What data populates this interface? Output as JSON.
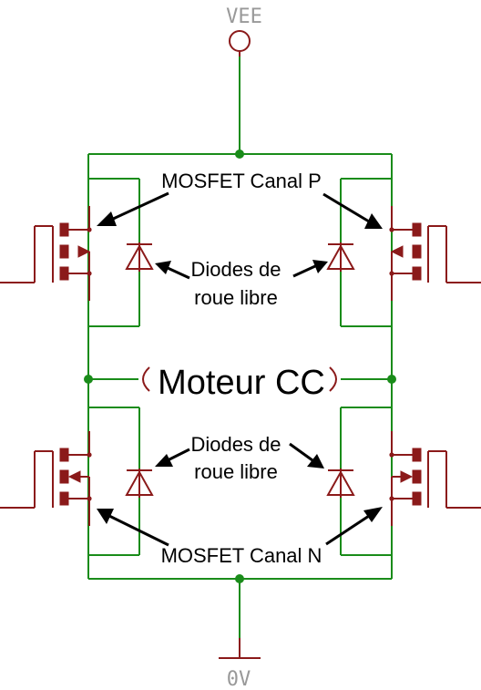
{
  "nets": {
    "supply": "VEE",
    "ground": "0V"
  },
  "labels": {
    "mosfet_p": "MOSFET Canal P",
    "mosfet_n": "MOSFET Canal N",
    "diodes_top": [
      "Diodes de",
      "roue libre"
    ],
    "diodes_bottom": [
      "Diodes de",
      "roue libre"
    ],
    "motor": "Moteur CC"
  },
  "colors": {
    "wire": "#1a8c1a",
    "component": "#8b1a1a",
    "net_label": "#999999",
    "text": "#000000"
  }
}
